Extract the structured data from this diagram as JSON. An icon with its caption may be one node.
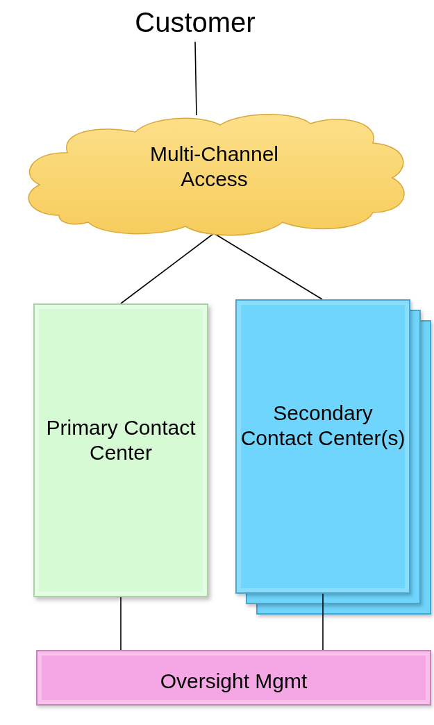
{
  "diagram": {
    "nodes": [
      {
        "text": [
          "Customer"
        ]
      },
      {
        "text": [
          "Multi-Channel Access"
        ]
      },
      {
        "text": [
          "Primary Contact Center"
        ]
      },
      {
        "text": [
          "Secondary Contact Center(s)"
        ]
      },
      {
        "text": [
          "Oversight Mgmt"
        ]
      }
    ],
    "edges": [
      {
        "from": 0,
        "to": 1,
        "arrow": "none"
      },
      {
        "from": 1,
        "to": 2,
        "arrow": "none"
      },
      {
        "from": 1,
        "to": 3,
        "arrow": "none"
      },
      {
        "from": 2,
        "to": 4,
        "arrow": "none"
      },
      {
        "from": 3,
        "to": 4,
        "arrow": "none"
      }
    ]
  }
}
